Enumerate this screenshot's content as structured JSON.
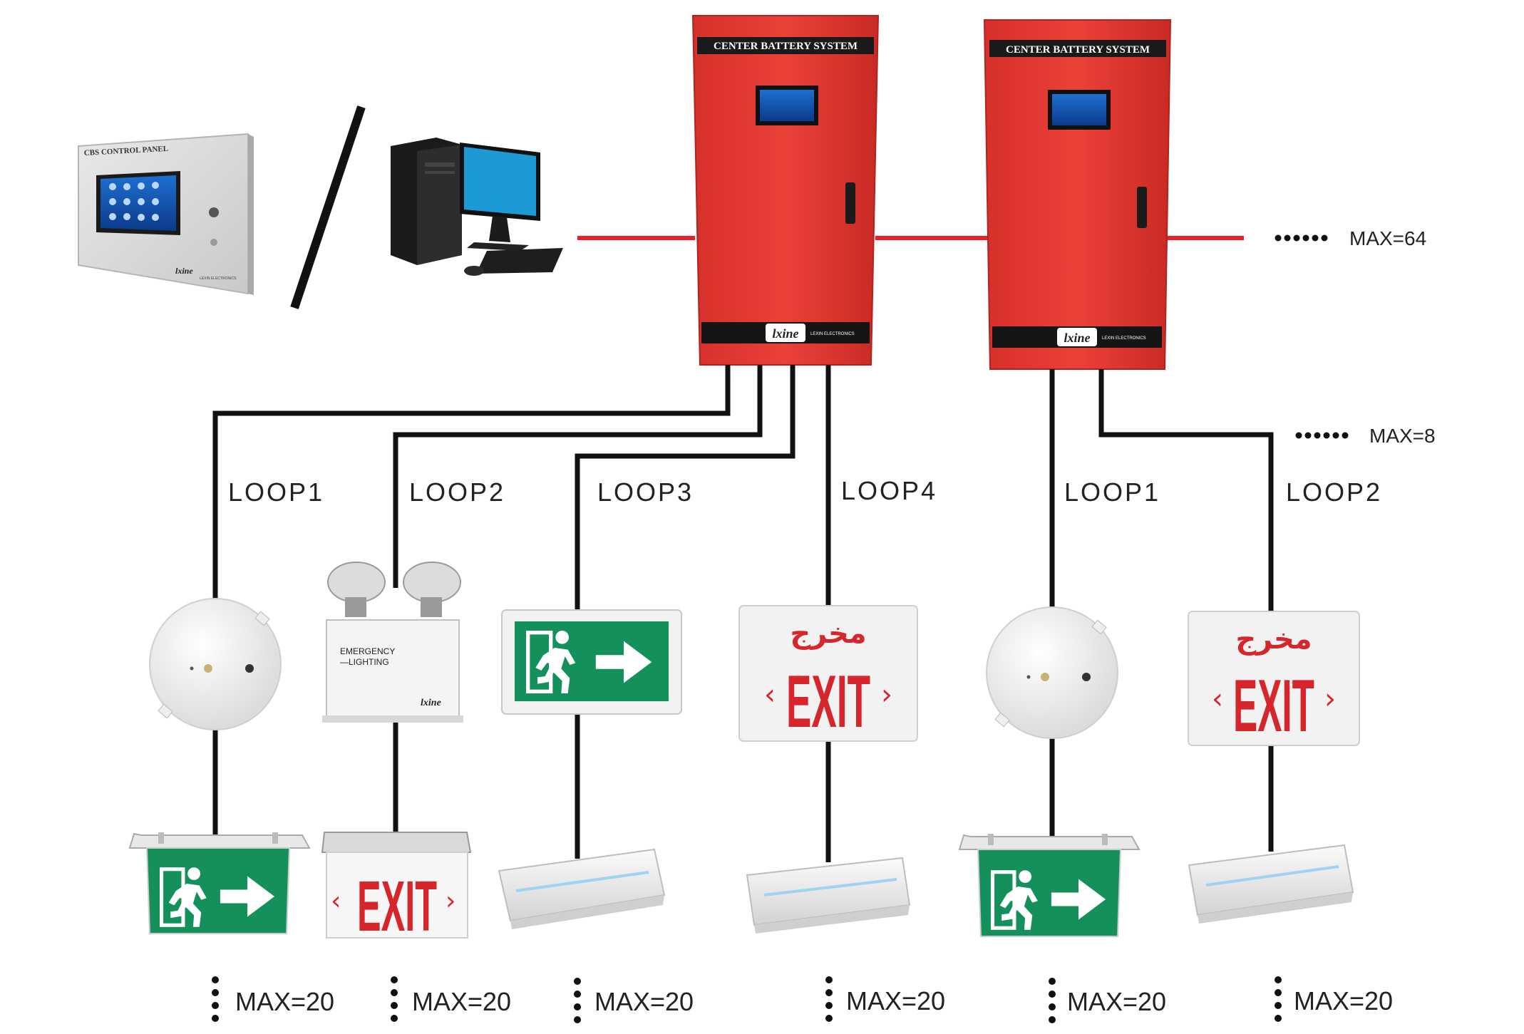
{
  "control_panel": {
    "title": "CBS CONTROL PANEL",
    "brand": "lxine",
    "brand_sub": "LEXIN ELECTRONICS"
  },
  "cabinets": [
    {
      "title": "CENTER BATTERY SYSTEM",
      "brand": "lxine",
      "brand_sub": "LEXIN ELECTRONICS"
    },
    {
      "title": "CENTER BATTERY SYSTEM",
      "brand": "lxine",
      "brand_sub": "LEXIN ELECTRONICS"
    }
  ],
  "bus_max": "MAX=64",
  "cabinet2_max": "MAX=8",
  "loops": [
    "LOOP1",
    "LOOP2",
    "LOOP3",
    "LOOP4",
    "LOOP1",
    "LOOP2"
  ],
  "loop_max": [
    "MAX=20",
    "MAX=20",
    "MAX=20",
    "MAX=20",
    "MAX=20",
    "MAX=20"
  ],
  "devices": {
    "twin_head_label_line1": "EMERGENCY",
    "twin_head_label_line2": "—LIGHTING",
    "twin_head_brand": "lxine",
    "exit_text": "EXIT",
    "exit_arabic": "مخرج"
  },
  "colors": {
    "cabinet_red": "#e33b32",
    "bus_red": "#ee1c25",
    "exit_green": "#14915a",
    "exit_red": "#d6252b",
    "wire": "#111111"
  }
}
